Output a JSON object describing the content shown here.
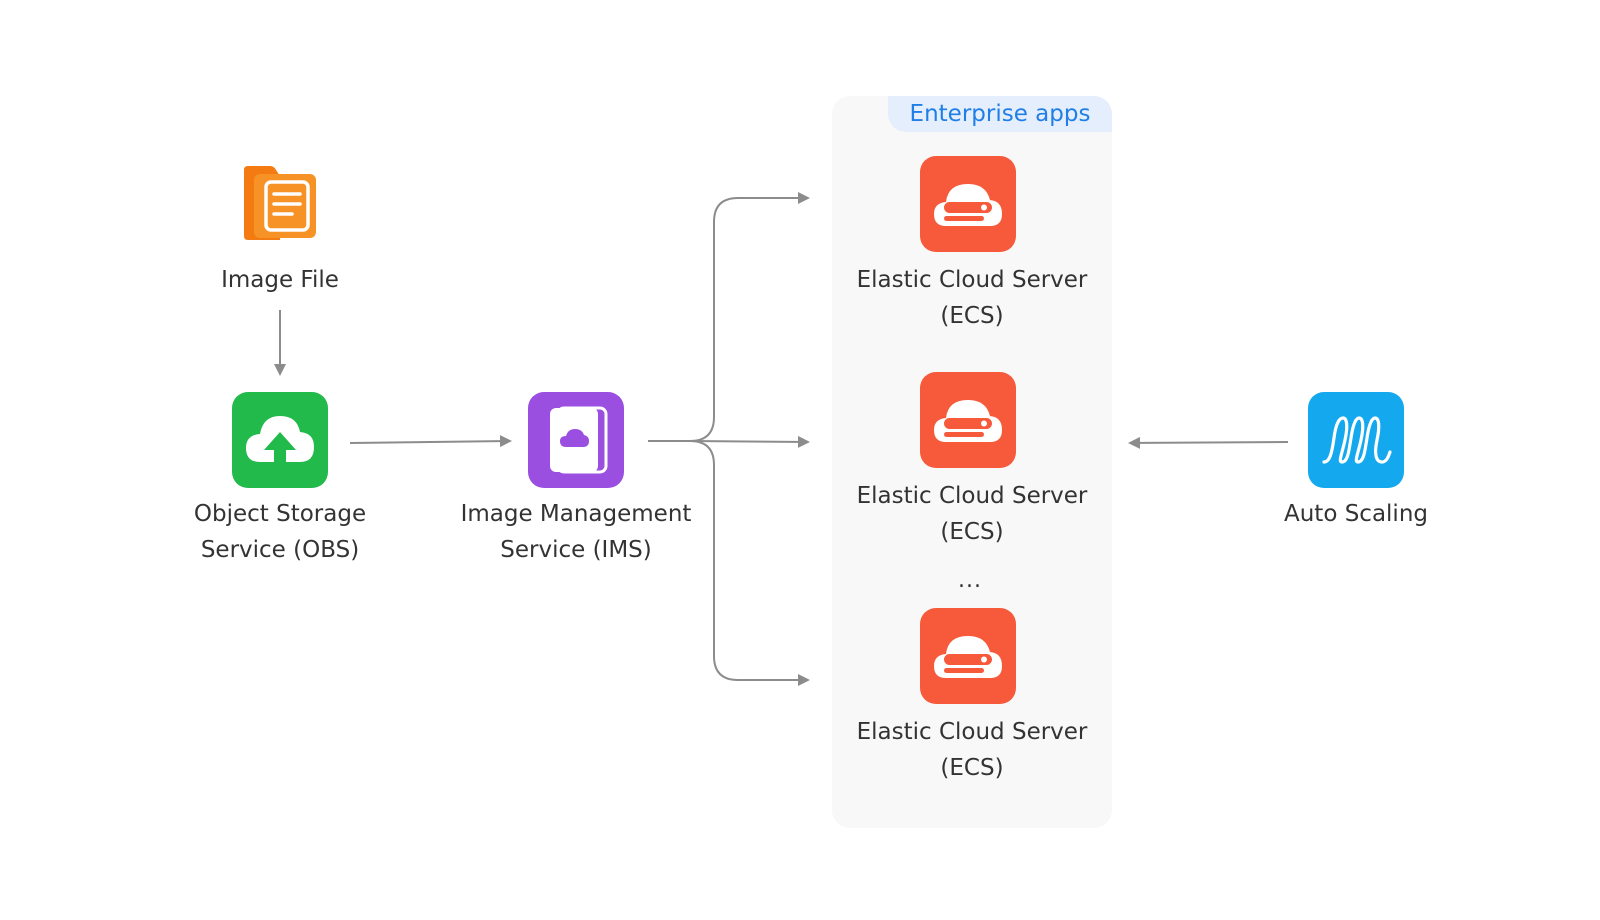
{
  "diagram": {
    "group": {
      "title": "Enterprise apps"
    },
    "nodes": {
      "image_file": {
        "label": "Image File",
        "icon": "document-file-icon",
        "color": "#F79326"
      },
      "obs": {
        "label_line1": "Object Storage",
        "label_line2": "Service (OBS)",
        "icon": "cloud-upload-icon",
        "color": "#22BA4A"
      },
      "ims": {
        "label_line1": "Image Management",
        "label_line2": "Service (IMS)",
        "icon": "cloud-document-icon",
        "color": "#9B4FE0"
      },
      "ecs_1": {
        "label_line1": "Elastic Cloud Server",
        "label_line2": "(ECS)",
        "icon": "cloud-server-icon",
        "color": "#F65A3A"
      },
      "ecs_2": {
        "label_line1": "Elastic Cloud Server",
        "label_line2": "(ECS)",
        "icon": "cloud-server-icon",
        "color": "#F65A3A"
      },
      "ecs_3": {
        "label_line1": "Elastic Cloud Server",
        "label_line2": "(ECS)",
        "icon": "cloud-server-icon",
        "color": "#F65A3A"
      },
      "auto_scaling": {
        "label": "Auto Scaling",
        "icon": "scaling-coil-icon",
        "color": "#14A9EF"
      }
    },
    "ellipsis": "...",
    "connector_color": "#8c8c8c"
  }
}
